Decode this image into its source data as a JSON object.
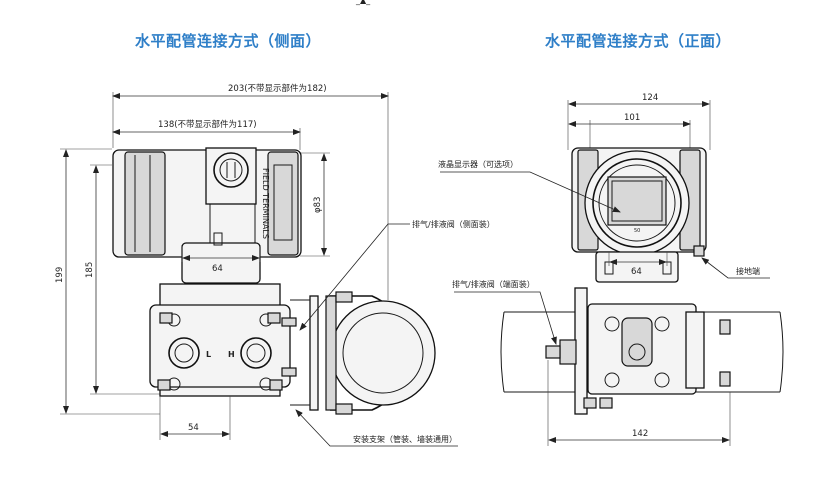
{
  "headings": {
    "side_view": "水平配管连接方式（侧面）",
    "front_view": "水平配管连接方式（正面）"
  },
  "side_view": {
    "dim_overall_width": "203(不带显示部件为182)",
    "dim_housing_width": "138(不带显示部件为117)",
    "dim_height_total": "199",
    "dim_height_body": "185",
    "dim_diameter": "φ83",
    "dim_flange": "64",
    "dim_bottom": "54",
    "housing_label": "FIELD TERMINALS",
    "port_low": "L",
    "port_high": "H",
    "label_vent_side": "排气/排液阀（侧面装）",
    "label_bracket": "安装支架（管装、墙装通用）"
  },
  "front_view": {
    "dim_top": "124",
    "dim_mid": "101",
    "dim_flange": "64",
    "dim_bottom": "142",
    "label_display": "液晶显示器（可选项）",
    "label_vent_end": "排气/排液阀（端面装）",
    "label_ground": "接地端",
    "display_mark": "50"
  },
  "colors": {
    "heading": "#2f7fc8",
    "line": "#1a1a1a"
  }
}
